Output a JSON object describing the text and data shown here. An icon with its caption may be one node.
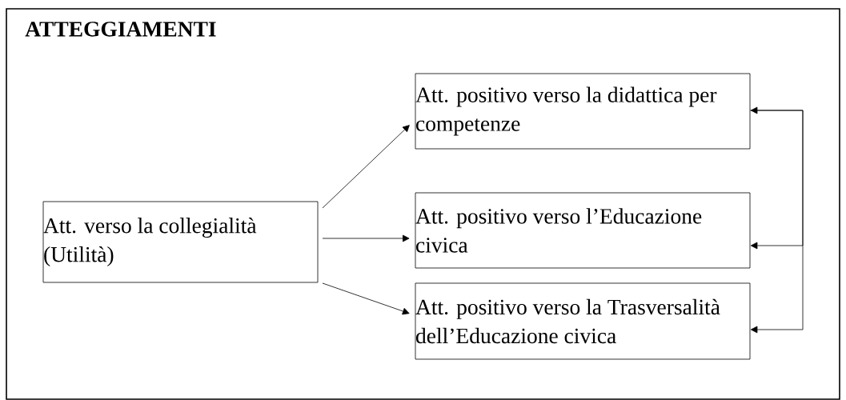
{
  "diagram": {
    "nodes": [
      {
        "text": [
          "ATTEGGIAMENTI"
        ]
      },
      {
        "text": [
          "Att. verso la collegialità (Utilità)"
        ],
        "in": 0
      },
      {
        "text": [
          "Att. positivo verso la didattica per competenze"
        ],
        "in": 0
      },
      {
        "text": [
          "Att. positivo verso l’Educazione civica"
        ],
        "in": 0
      },
      {
        "text": [
          "Att. positivo verso la Trasversalità dell’Educazione civica"
        ],
        "in": 0
      }
    ],
    "edges": [
      {
        "from": 1,
        "to": 2,
        "arrow": "to"
      },
      {
        "from": 1,
        "to": 3,
        "arrow": "to"
      },
      {
        "from": 1,
        "to": 4,
        "arrow": "to"
      },
      {
        "from": 2,
        "to": 3,
        "arrow": "both"
      },
      {
        "from": 2,
        "to": 4,
        "arrow": "to"
      }
    ]
  }
}
